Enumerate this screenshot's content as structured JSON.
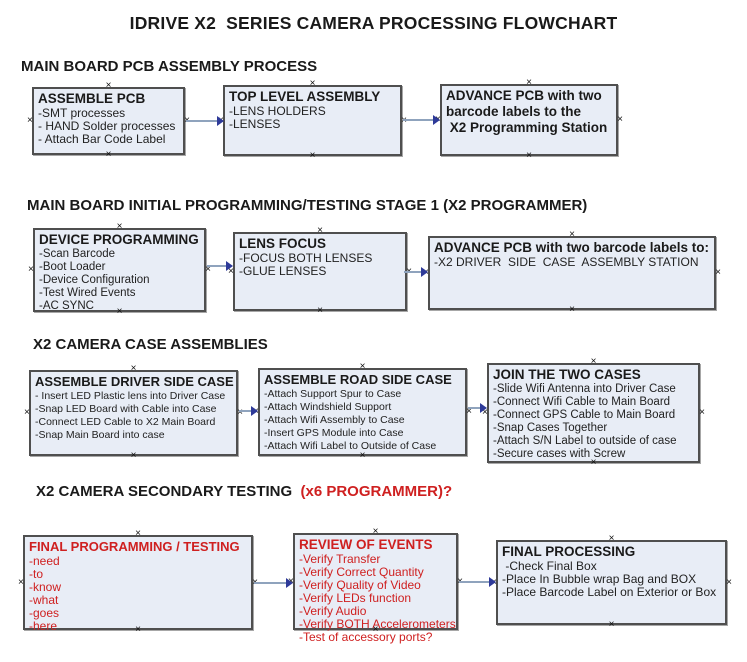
{
  "title": "IDRIVE X2  SERIES CAMERA PROCESSING FLOWCHART",
  "sections": {
    "s1": {
      "heading": "MAIN BOARD PCB ASSEMBLY PROCESS"
    },
    "s2": {
      "heading": "MAIN BOARD INITIAL PROGRAMMING/TESTING STAGE 1 (X2 PROGRAMMER)"
    },
    "s3": {
      "heading": "X2 CAMERA CASE ASSEMBLIES"
    },
    "s4": {
      "heading_main": "X2 CAMERA SECONDARY TESTING  ",
      "heading_red": "(x6 PROGRAMMER)?"
    }
  },
  "boxes": {
    "assemble_pcb": {
      "title": "ASSEMBLE PCB",
      "items": [
        "-SMT processes",
        "- HAND Solder processes",
        "- Attach Bar Code Label"
      ]
    },
    "top_level_assembly": {
      "title": "TOP LEVEL ASSEMBLY",
      "items": [
        "-LENS HOLDERS",
        "-LENSES"
      ]
    },
    "advance_pcb_programming_station": {
      "title": "ADVANCE PCB with two\nbarcode labels to the\n X2 Programming Station",
      "items": []
    },
    "device_programming": {
      "title": "DEVICE PROGRAMMING",
      "items": [
        "-Scan Barcode",
        "-Boot Loader",
        "-Device Configuration",
        "-Test Wired Events",
        "-AC SYNC"
      ]
    },
    "lens_focus": {
      "title": "LENS FOCUS",
      "items": [
        "-FOCUS BOTH LENSES",
        "-GLUE LENSES"
      ]
    },
    "advance_pcb_driver_station": {
      "title": "ADVANCE PCB with two barcode labels to:",
      "items": [
        "-X2 DRIVER  SIDE  CASE  ASSEMBLY STATION"
      ]
    },
    "assemble_driver_side_case": {
      "title": "ASSEMBLE DRIVER SIDE CASE",
      "items": [
        "- Insert LED Plastic lens into Driver Case",
        "-Snap LED Board with Cable into Case",
        "-Connect LED Cable to X2 Main Board",
        "-Snap Main Board into case"
      ]
    },
    "assemble_road_side_case": {
      "title": "ASSEMBLE ROAD SIDE CASE",
      "items": [
        "-Attach Support Spur to Case",
        "-Attach Windshield Support",
        "-Attach Wifi Assembly to Case",
        "-Insert GPS Module into Case",
        "-Attach Wifi Label to Outside of Case"
      ]
    },
    "join_the_two_cases": {
      "title": "JOIN THE TWO CASES",
      "items": [
        "-Slide Wifi Antenna into Driver Case",
        "-Connect Wifi Cable to Main Board",
        "-Connect GPS Cable to Main Board",
        "-Snap Cases Together",
        "-Attach S/N Label to outside of case",
        "-Secure cases with Screw"
      ]
    },
    "final_programming_testing": {
      "title": "FINAL PROGRAMMING / TESTING",
      "items": [
        "-need",
        "-to",
        "-know",
        "-what",
        "-goes",
        "-here"
      ]
    },
    "review_of_events": {
      "title": "REVIEW OF EVENTS",
      "items": [
        "-Verify Transfer",
        "-Verify Correct Quantity",
        "-Verify Quality of Video",
        "-Verify LEDs function",
        "-Verify Audio",
        "-Verify BOTH Accelerometers",
        "-Test of accessory ports?"
      ]
    },
    "final_processing": {
      "title": "FINAL PROCESSING",
      "items": [
        " -Check Final Box",
        "-Place In Bubble wrap Bag and BOX",
        "-Place Barcode Label on Exterior or Box"
      ]
    }
  },
  "handle_glyph": "×",
  "colors": {
    "box_fill": "#e8edf6",
    "box_border": "#4f4f4f",
    "arrow_shaft": "#8fa3bd",
    "arrow_head": "#2e3a99",
    "red_text": "#cf2020",
    "black_text": "#1a1a1a"
  }
}
